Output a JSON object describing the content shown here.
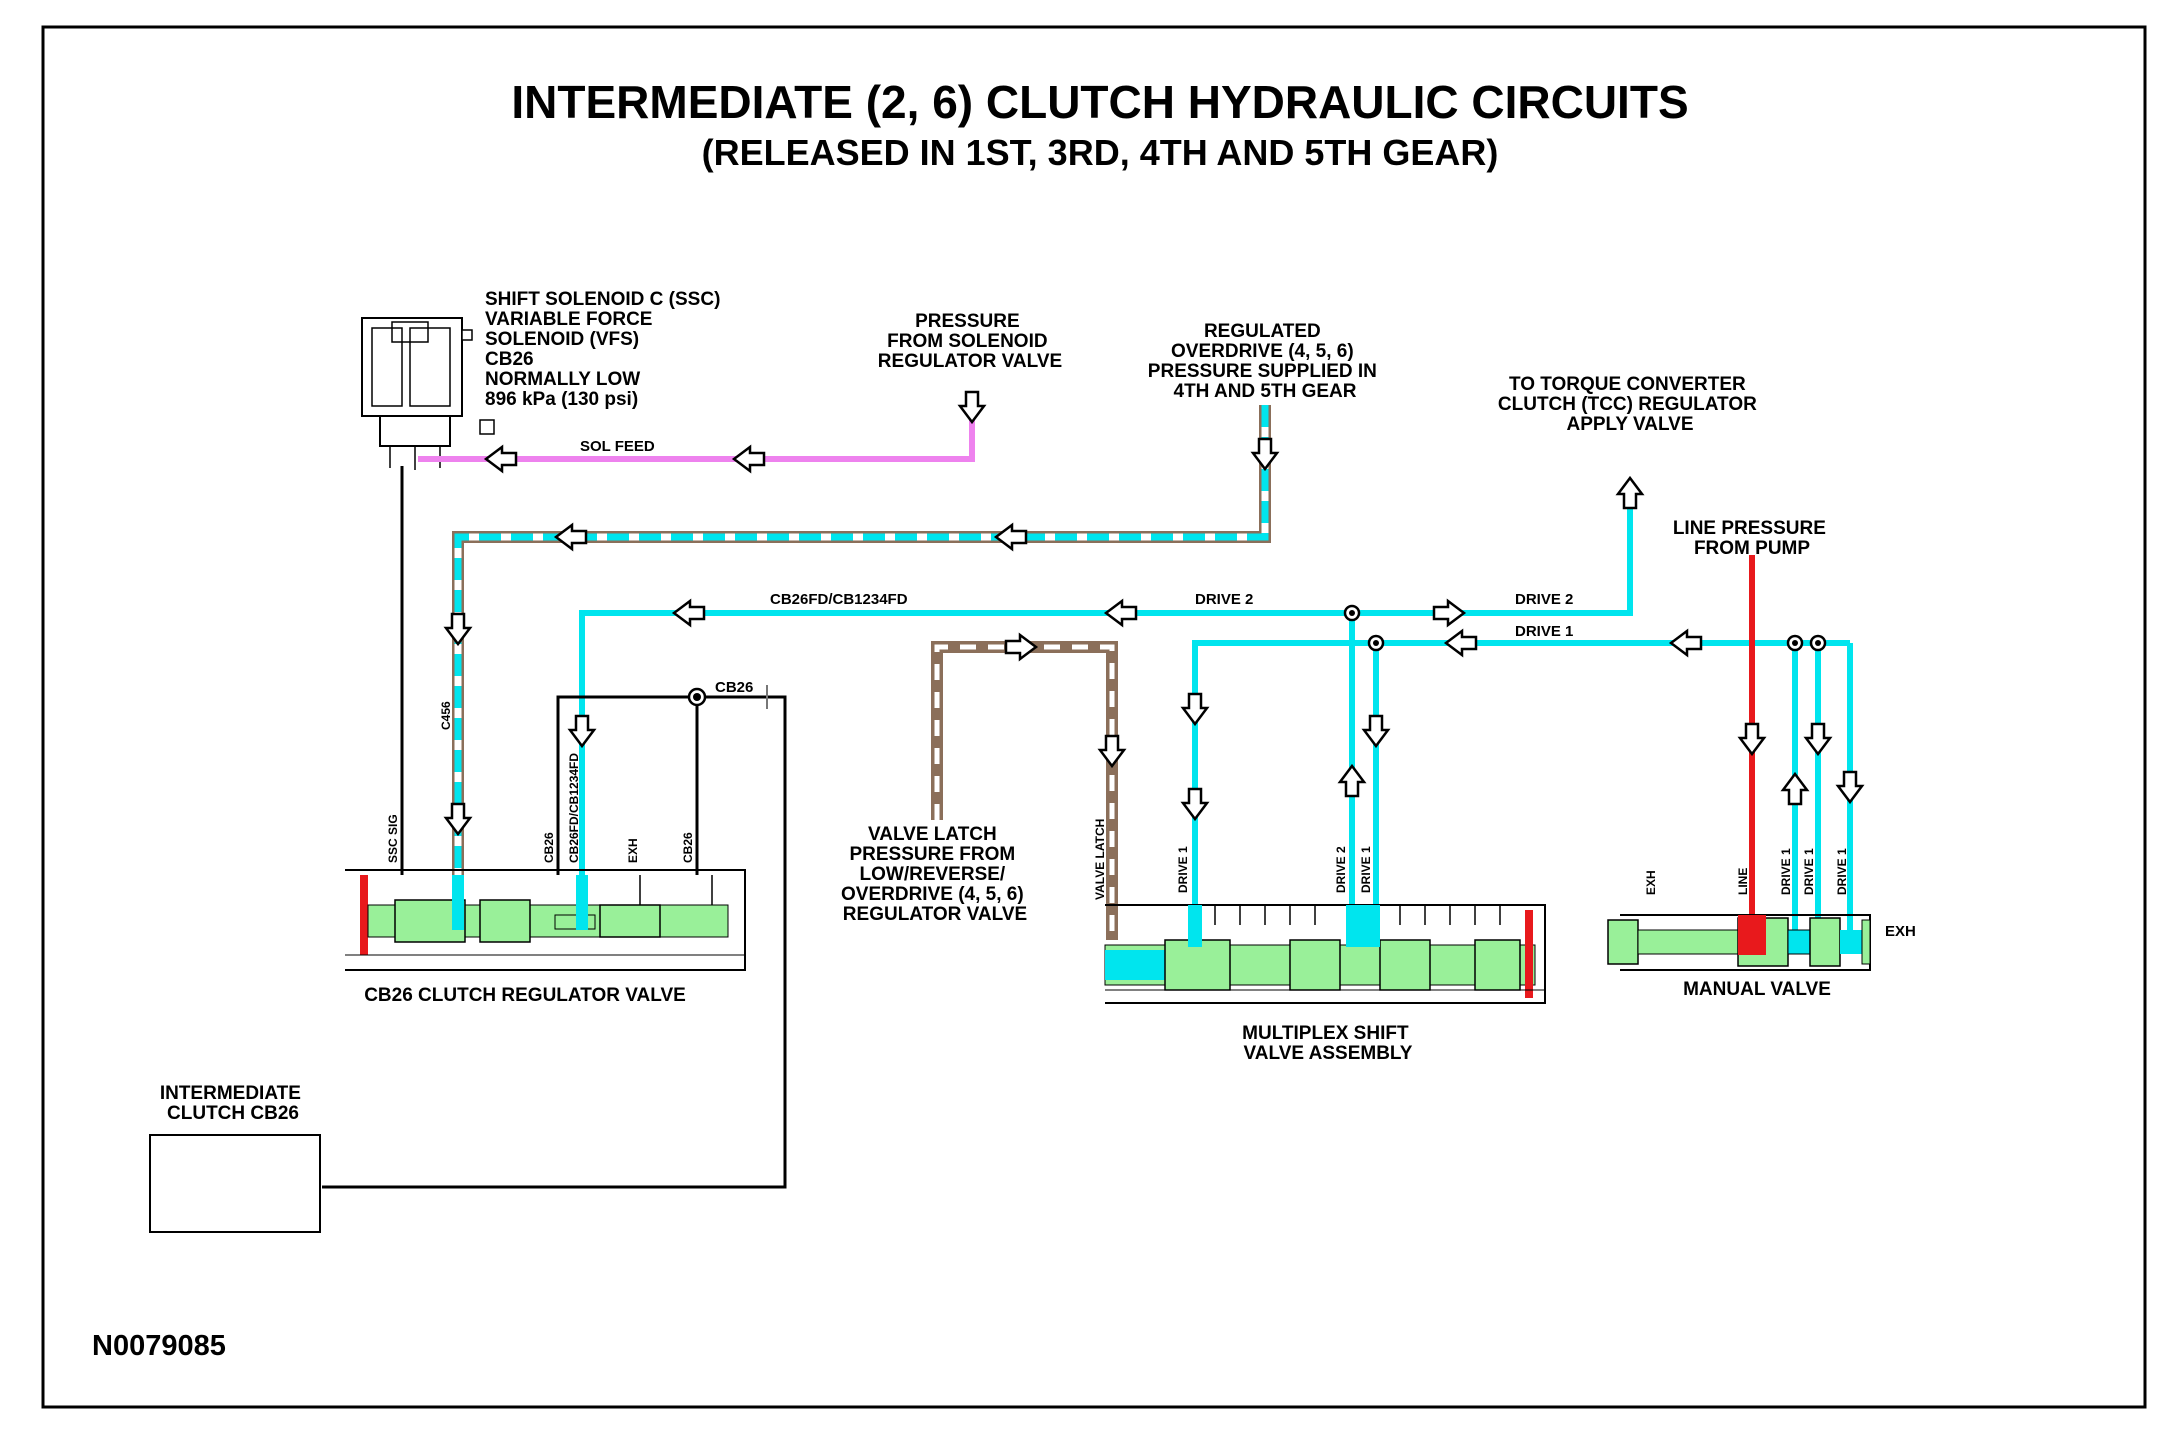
{
  "title": "INTERMEDIATE (2, 6) CLUTCH HYDRAULIC CIRCUITS",
  "subtitle": "(RELEASED IN 1ST, 3RD, 4TH AND 5TH GEAR)",
  "figure_id": "N0079085",
  "colors": {
    "sol_feed": "#ee82ee",
    "fluid": "#00e5ee",
    "line": "#e8191c",
    "latch": "#8b6f5a",
    "spool": "#99f099",
    "frame": "#000000"
  },
  "callouts": {
    "solenoid": [
      "SHIFT SOLENOID C (SSC)",
      "VARIABLE FORCE",
      "SOLENOID (VFS)",
      "CB26",
      "NORMALLY LOW",
      "896 kPa (130 psi)"
    ],
    "sol_pressure": [
      "PRESSURE",
      "FROM SOLENOID",
      "REGULATOR VALVE"
    ],
    "regulated_od": [
      "REGULATED",
      "OVERDRIVE (4, 5, 6)",
      "PRESSURE SUPPLIED IN",
      "4TH AND 5TH GEAR"
    ],
    "tcc": [
      "TO TORQUE CONVERTER",
      "CLUTCH (TCC) REGULATOR",
      "APPLY VALVE"
    ],
    "line_pressure": [
      "LINE PRESSURE",
      "FROM PUMP"
    ],
    "valve_latch": [
      "VALVE LATCH",
      "PRESSURE FROM",
      "LOW/REVERSE/",
      "OVERDRIVE (4, 5, 6)",
      "REGULATOR VALVE"
    ],
    "intermediate_clutch": [
      "INTERMEDIATE",
      "CLUTCH CB26"
    ]
  },
  "line_labels": {
    "sol_feed": "SOL FEED",
    "cb26fd": "CB26FD/CB1234FD",
    "drive2_a": "DRIVE 2",
    "drive2_b": "DRIVE 2",
    "drive1": "DRIVE 1",
    "cb26": "CB26",
    "c456": "C456"
  },
  "valve_labels": {
    "cb26_valve": "CB26 CLUTCH REGULATOR VALVE",
    "multiplex": [
      "MULTIPLEX SHIFT",
      "VALVE ASSEMBLY"
    ],
    "manual": "MANUAL VALVE"
  },
  "port_labels": {
    "cb26_valve": [
      "SSC SIG",
      "CB26",
      "CB26FD/CB1234FD",
      "EXH",
      "CB26"
    ],
    "multiplex": [
      "VALVE LATCH",
      "DRIVE 1",
      "DRIVE 2",
      "DRIVE 1"
    ],
    "manual": [
      "EXH",
      "LINE",
      "DRIVE 1",
      "DRIVE 1",
      "DRIVE 1",
      "EXH"
    ]
  }
}
